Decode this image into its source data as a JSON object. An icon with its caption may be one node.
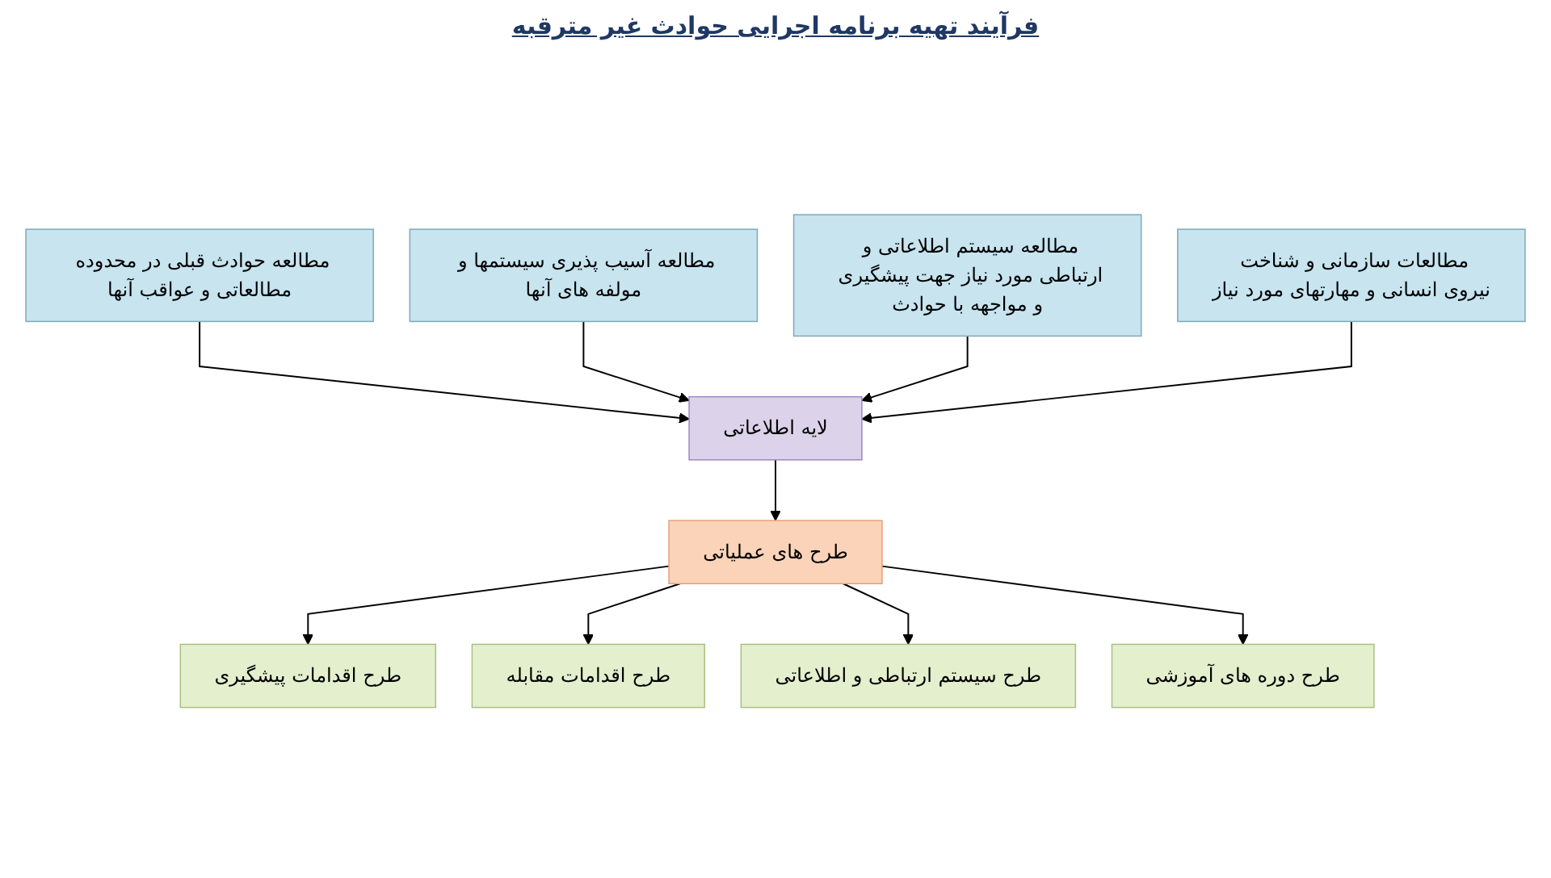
{
  "diagram": {
    "title": "فرآیند تهیه برنامه اجرایی حوادث غیر مترقبه",
    "nodes": [
      {
        "text": [
          "مطالعه حوادث قبلی در محدوده مطالعاتی و عواقب آنها"
        ]
      },
      {
        "text": [
          "مطالعه آسیب پذیری سیستمها و مولفه های آنها"
        ]
      },
      {
        "text": [
          "مطالعه سیستم اطلاعاتی و ارتباطی مورد نیاز جهت پیشگیری و مواجهه با حوادث"
        ]
      },
      {
        "text": [
          "مطالعات سازمانی و شناخت نیروی انسانی و مهارتهای مورد نیاز"
        ]
      },
      {
        "text": [
          "لایه اطلاعاتی"
        ]
      },
      {
        "text": [
          "طرح های عملیاتی"
        ]
      },
      {
        "text": [
          "طرح اقدامات پیشگیری"
        ]
      },
      {
        "text": [
          "طرح اقدامات مقابله"
        ]
      },
      {
        "text": [
          "طرح سیستم ارتباطی و اطلاعاتی"
        ]
      },
      {
        "text": [
          "طرح دوره های آموزشی"
        ]
      }
    ],
    "edges": [
      {
        "from": 0,
        "to": 4,
        "arrow": "to"
      },
      {
        "from": 1,
        "to": 4,
        "arrow": "to"
      },
      {
        "from": 2,
        "to": 4,
        "arrow": "to"
      },
      {
        "from": 3,
        "to": 4,
        "arrow": "to"
      },
      {
        "from": 4,
        "to": 5,
        "arrow": "to"
      },
      {
        "from": 5,
        "to": 6,
        "arrow": "to"
      },
      {
        "from": 5,
        "to": 7,
        "arrow": "to"
      },
      {
        "from": 5,
        "to": 8,
        "arrow": "to"
      },
      {
        "from": 5,
        "to": 9,
        "arrow": "to"
      }
    ]
  }
}
